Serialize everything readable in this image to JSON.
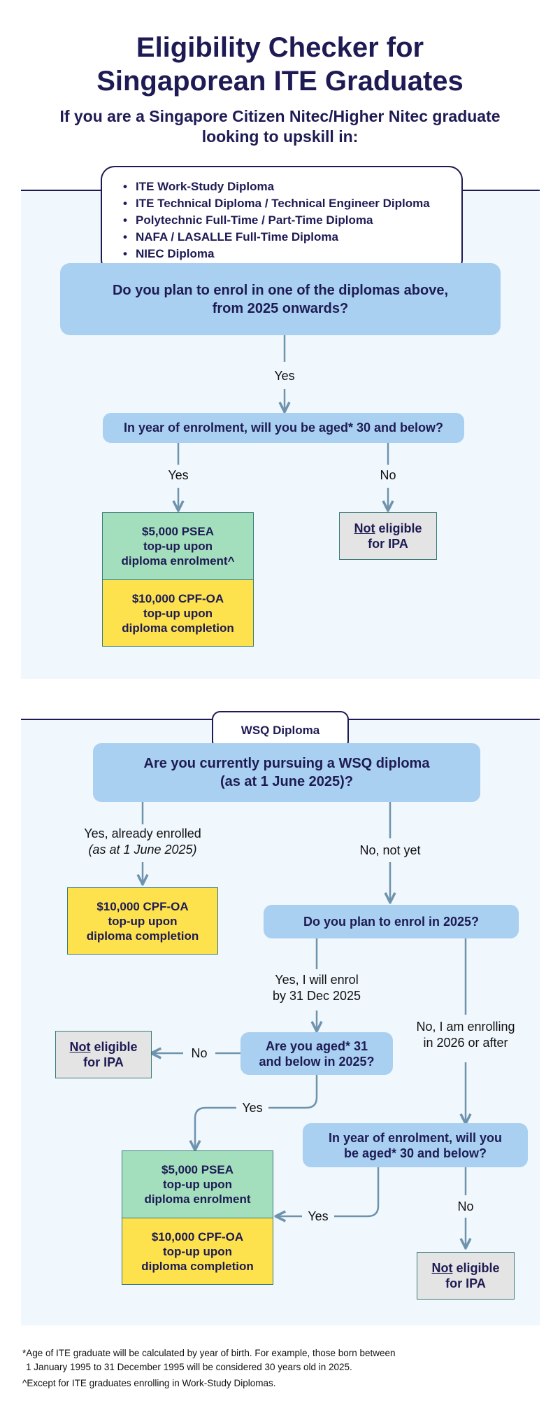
{
  "header": {
    "title_line1": "Eligibility Checker for",
    "title_line2": "Singaporean ITE Graduates",
    "subtitle_line1": "If you are a Singapore Citizen Nitec/Higher Nitec graduate",
    "subtitle_line2": "looking to upskill in:"
  },
  "section1": {
    "diplomas": [
      "ITE Work-Study Diploma",
      "ITE Technical Diploma / Technical Engineer Diploma",
      "Polytechnic Full-Time / Part-Time Diploma",
      "NAFA / LASALLE Full-Time Diploma",
      "NIEC Diploma"
    ],
    "q1_line1": "Do you plan to enrol in one of the diplomas above,",
    "q1_line2": "from 2025 onwards?",
    "yes1": "Yes",
    "q2": "In year of enrolment, will you be aged* 30 and below?",
    "yes2": "Yes",
    "no2": "No",
    "psea_line1": "$5,000 PSEA",
    "psea_line2": "top-up upon",
    "psea_line3": "diploma enrolment^",
    "cpf_line1": "$10,000 CPF-OA",
    "cpf_line2": "top-up upon",
    "cpf_line3": "diploma completion",
    "not_word": "Not",
    "not_rest": " eligible",
    "not_line2": "for IPA"
  },
  "section2": {
    "tag": "WSQ Diploma",
    "q1_line1": "Are you currently pursuing a WSQ diploma",
    "q1_line2": "(as at 1 June 2025)?",
    "yes_enrolled_line1": "Yes, already enrolled",
    "yes_enrolled_line2": "(as at 1 June 2025)",
    "no_not_yet": "No, not yet",
    "cpf_a_line1": "$10,000 CPF-OA",
    "cpf_a_line2": "top-up upon",
    "cpf_a_line3": "diploma completion",
    "q2": "Do you plan to enrol in 2025?",
    "yes_will_line1": "Yes, I will enrol",
    "yes_will_line2": "by 31 Dec 2025",
    "no_2026_line1": "No, I am enrolling",
    "no_2026_line2": "in 2026 or after",
    "q3_line1": "Are you aged* 31",
    "q3_line2": "and below in 2025?",
    "no3": "No",
    "not_a_word": "Not",
    "not_a_rest": " eligible",
    "not_a_line2": "for IPA",
    "yes3": "Yes",
    "q4_line1": "In year of enrolment, will you",
    "q4_line2": "be aged* 30 and below?",
    "yes4": "Yes",
    "no4": "No",
    "psea_line1": "$5,000 PSEA",
    "psea_line2": "top-up upon",
    "psea_line3": "diploma enrolment",
    "cpf_b_line1": "$10,000 CPF-OA",
    "cpf_b_line2": "top-up upon",
    "cpf_b_line3": "diploma completion",
    "not_b_word": "Not",
    "not_b_rest": " eligible",
    "not_b_line2": "for IPA"
  },
  "footnotes": {
    "note1_line1": "*Age of ITE graduate will be calculated by year of birth. For example, those born between",
    "note1_line2": "1 January 1995 to 31 December 1995 will be considered 30 years old in 2025.",
    "note2": "^Except for ITE graduates enrolling in Work-Study Diplomas."
  },
  "colors": {
    "navy": "#1e1b54",
    "question_blue": "#a9d0f0",
    "panel_bg": "#f0f7fd",
    "psea_green": "#a3dfbd",
    "cpf_yellow": "#fde24d",
    "not_eligible_grey": "#e4e4e4",
    "connector": "#6e93ad"
  }
}
